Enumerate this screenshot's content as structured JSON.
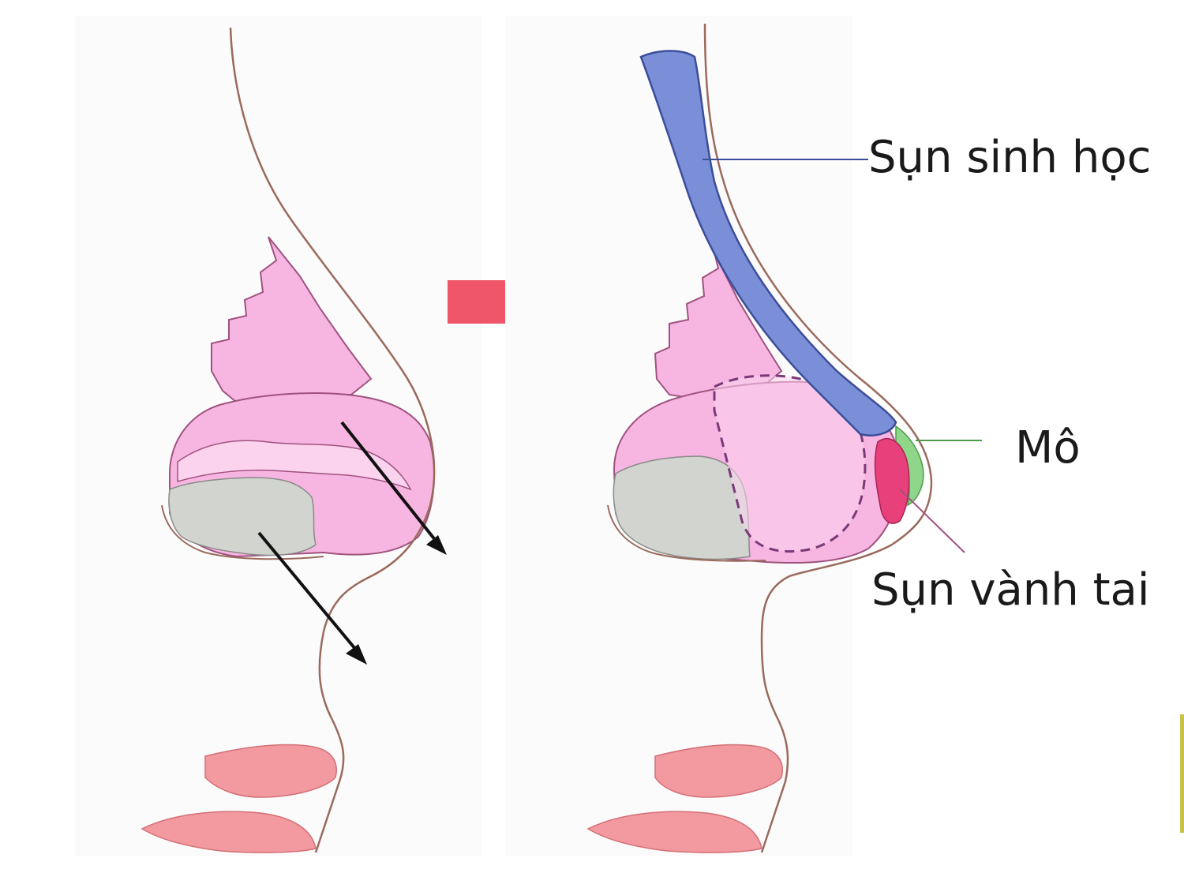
{
  "labels": {
    "biocartilage": "Sụn sinh học",
    "tissue": "Mô",
    "ear_cartilage": "Sụn vành tai"
  },
  "colors": {
    "skin_outline": "#9a6a5c",
    "cartilage_pink": "#f7b6e2",
    "cartilage_light": "#fbd3ef",
    "cartilage_dark_outline": "#a0527f",
    "bone_gray": "#d2d4d0",
    "implant_blue": "#7b8fd8",
    "implant_outline": "#3c4d9a",
    "tissue_green": "#8fd68a",
    "ear_cartilage_red": "#e8407a",
    "lip_pink": "#f29a9f",
    "arrow_red": "#f0566a",
    "dashed_outline": "#7a3a78"
  },
  "icons": {
    "transition_arrow": "right-arrow-icon"
  }
}
